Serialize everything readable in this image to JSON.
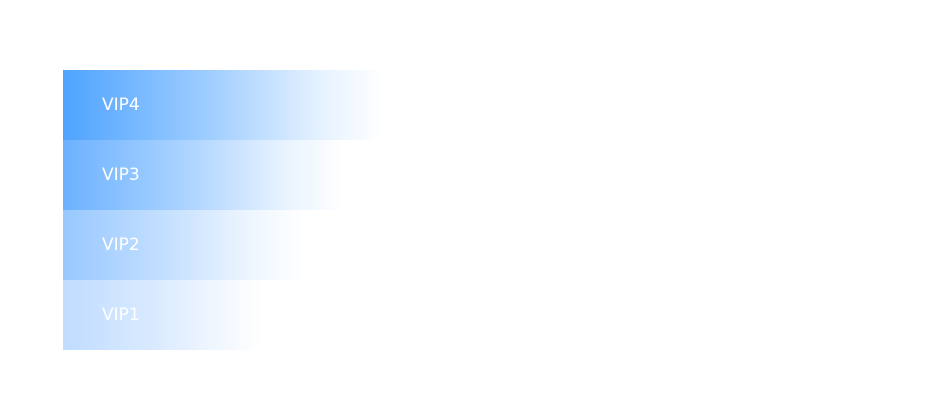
{
  "levels": [
    {
      "label": "VIP4",
      "color": "#4fa3ff"
    },
    {
      "label": "VIP3",
      "color": "#6bb1ff"
    },
    {
      "label": "VIP2",
      "color": "#98c8ff"
    },
    {
      "label": "VIP1",
      "color": "#c0dcff"
    }
  ]
}
